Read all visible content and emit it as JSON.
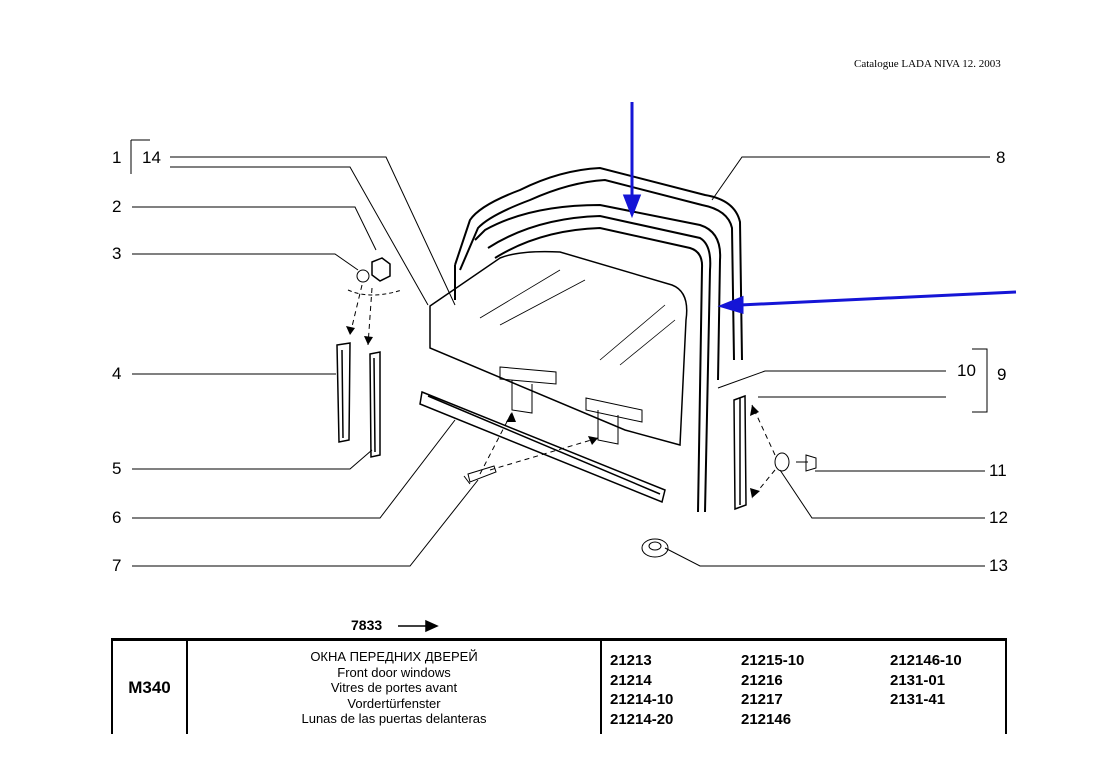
{
  "header": {
    "catalogue": "Catalogue  LADA NIVA 12. 2003"
  },
  "callouts": {
    "c1": "1",
    "c14": "14",
    "c2": "2",
    "c3": "3",
    "c4": "4",
    "c5": "5",
    "c6": "6",
    "c7": "7",
    "c8": "8",
    "c10": "10",
    "c9": "9",
    "c11": "11",
    "c12": "12",
    "c13": "13"
  },
  "figure_ref": "7833",
  "titleblock": {
    "code": "M340",
    "titles": [
      "ОКНА ПЕРЕДНИХ ДВЕРЕЙ",
      "Front door windows",
      "Vitres de portes avant",
      "Vordertürfenster",
      "Lunas de las puertas delanteras"
    ],
    "models_col1": [
      "21213",
      "21214",
      "21214-10",
      "21214-20"
    ],
    "models_col2": [
      "21215-10",
      "21216",
      "21217",
      "212146"
    ],
    "models_col3": [
      "212146-10",
      "2131-01",
      "2131-41"
    ]
  },
  "colors": {
    "annotation_arrows": "#1515d6",
    "line": "#000000"
  }
}
